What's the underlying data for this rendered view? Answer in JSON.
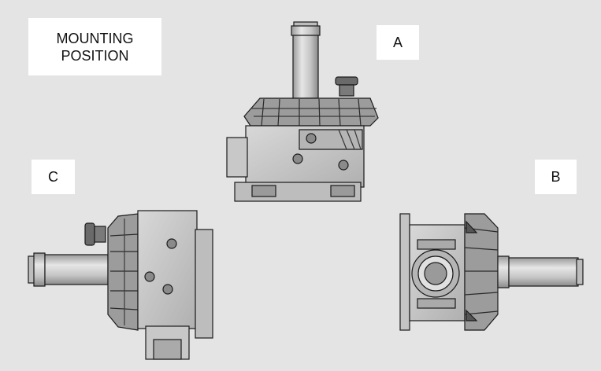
{
  "title": {
    "line1": "MOUNTING",
    "line2": "POSITION"
  },
  "positions": [
    {
      "id": "A"
    },
    {
      "id": "B"
    },
    {
      "id": "C"
    }
  ],
  "colors": {
    "background": "#e4e4e4",
    "label_bg": "#ffffff",
    "metal_light": "#d6d6d6",
    "metal_mid": "#a9a9a9",
    "metal_dark": "#4a4a4a",
    "outline": "#1a1a1a"
  }
}
